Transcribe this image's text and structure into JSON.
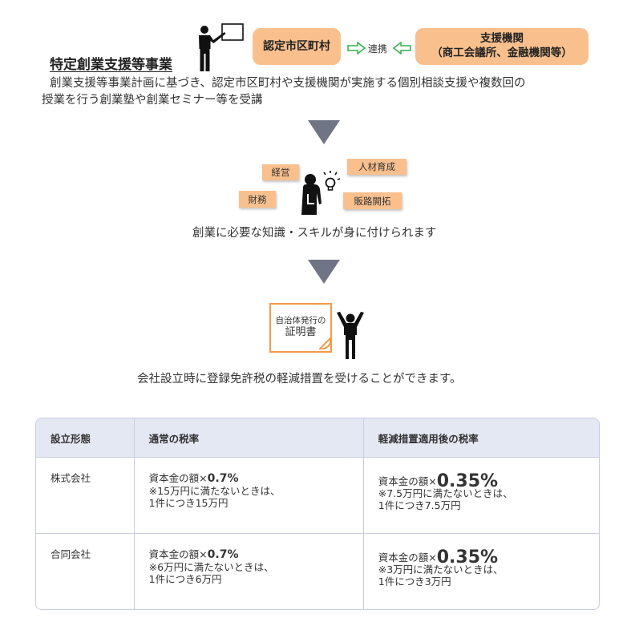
{
  "header": {
    "title": "特定創業支援等事業",
    "org_left": "認定市区町村",
    "link_label": "連携",
    "org_right_line1": "支援機関",
    "org_right_line2": "（商工会議所、金融機関等）",
    "description_line1": "創業支援等事業計画に基づき、認定市区町村や支援機関が実施する個別相談支援や複数回の",
    "description_line2": "授業を行う創業塾や創業セミナー等を受講"
  },
  "step2": {
    "skills": [
      "経営",
      "人材育成",
      "財務",
      "販路開拓"
    ],
    "caption": "創業に必要な知識・スキルが身に付けられます"
  },
  "step3": {
    "certificate_line1": "自治体発行の",
    "certificate_line2": "証明書",
    "caption": "会社設立時に登録免許税の軽減措置を受けることができます。"
  },
  "icons": {
    "teacher": "teacher-pointing-board-icon",
    "arrow_right": "hollow-arrow-right-icon",
    "arrow_left": "hollow-arrow-left-icon",
    "down": "down-triangle-icon",
    "thinker": "person-thinking-lightbulb-icon",
    "celebrate": "person-arms-raised-icon",
    "certificate": "certificate-document-icon"
  },
  "colors": {
    "box_fill": "#f9c08e",
    "arrow_green": "#2fb04a",
    "triangle": "#6f7585",
    "table_header": "#e3e8f3",
    "table_border": "#c9cce0",
    "cert_border": "#f39a4a"
  },
  "table": {
    "headers": [
      "設立形態",
      "通常の税率",
      "軽減措置適用後の税率"
    ],
    "rows": [
      {
        "type": "株式会社",
        "normal_prefix": "資本金の額×",
        "normal_rate": "0.7%",
        "normal_note1": "※15万円に満たないときは、",
        "normal_note2": "1件につき15万円",
        "reduced_prefix": "資本金の額×",
        "reduced_rate": "0.35%",
        "reduced_note1": "※7.5万円に満たないときは、",
        "reduced_note2": "1件につき7.5万円"
      },
      {
        "type": "合同会社",
        "normal_prefix": "資本金の額×",
        "normal_rate": "0.7%",
        "normal_note1": "※6万円に満たないときは、",
        "normal_note2": "1件につき6万円",
        "reduced_prefix": "資本金の額×",
        "reduced_rate": "0.35%",
        "reduced_note1": "※3万円に満たないときは、",
        "reduced_note2": "1件につき3万円"
      }
    ]
  }
}
